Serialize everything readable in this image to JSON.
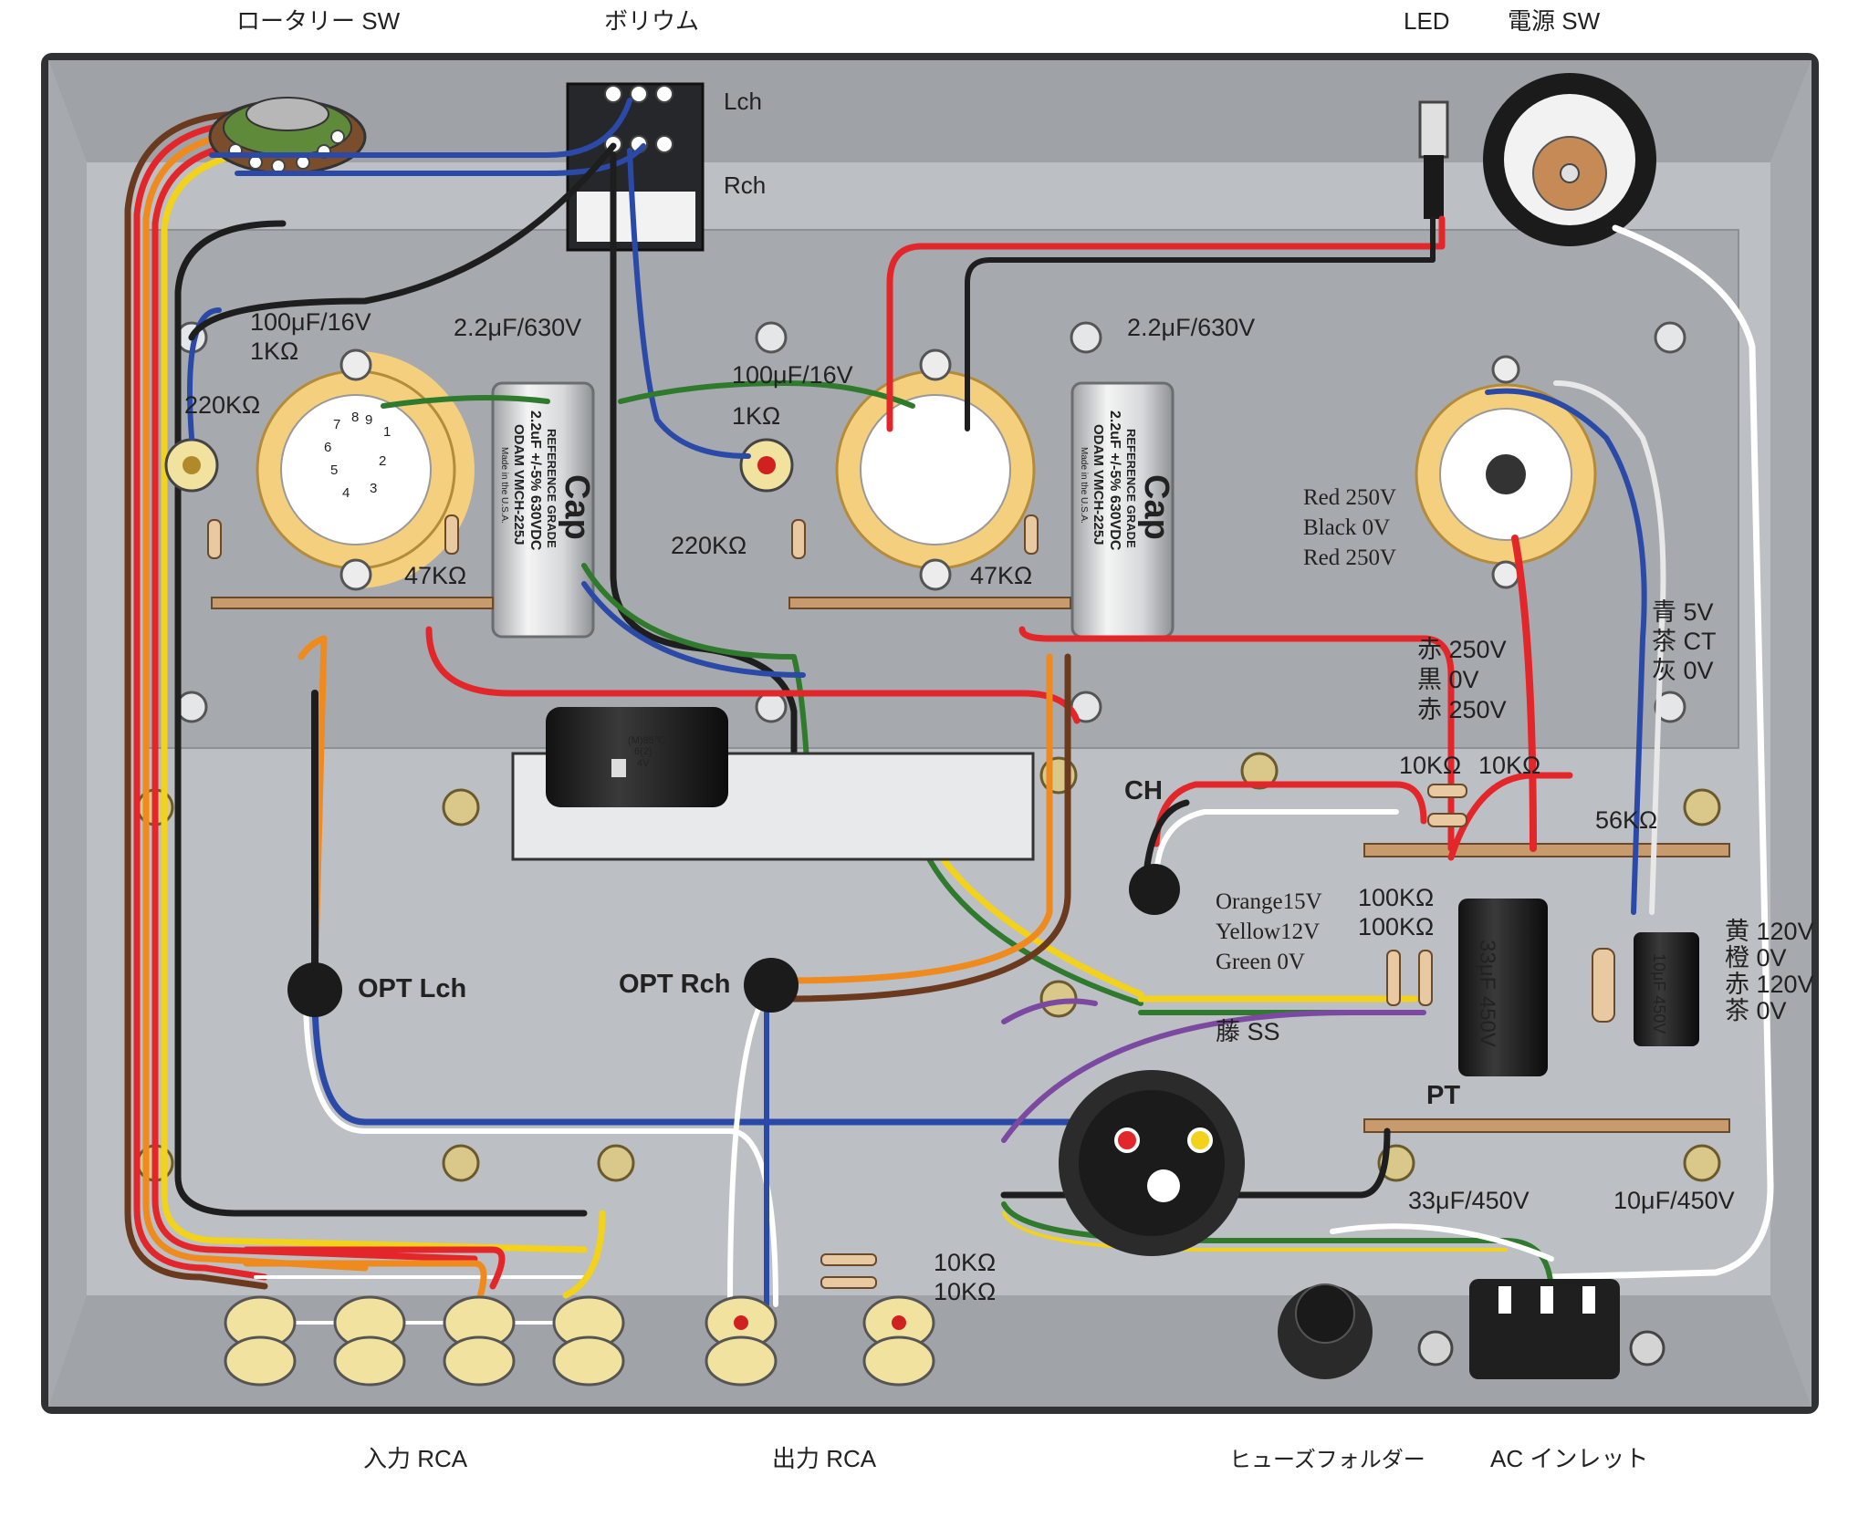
{
  "top_labels": {
    "rotary_sw": "ロータリー SW",
    "volume": "ボリウム",
    "led": "LED",
    "power_sw": "電源 SW"
  },
  "bottom_labels": {
    "input_rca": "入力 RCA",
    "output_rca": "出力 RCA",
    "fuse_holder": "ヒューズフォルダー",
    "ac_inlet": "AC インレット"
  },
  "volume_channels": {
    "lch": "Lch",
    "rch": "Rch"
  },
  "component_labels": {
    "cap_l": "100μF/16V",
    "res_l": "1KΩ",
    "coupling_l": "2.2μF/630V",
    "grid_l": "220KΩ",
    "plate_l": "47KΩ",
    "cap_r": "100μF/16V",
    "res_r": "1KΩ",
    "coupling_r": "2.2μF/630V",
    "grid_r": "220KΩ",
    "plate_r": "47KΩ",
    "r10k_a": "10KΩ",
    "r10k_b": "10KΩ",
    "r56k": "56KΩ",
    "r100k_a": "100KΩ",
    "r100k_b": "100KΩ",
    "c33": "33μF/450V",
    "c10": "10μF/450V",
    "out_r_a": "10KΩ",
    "out_r_b": "10KΩ",
    "ch": "CH",
    "pt": "PT",
    "opt_l": "OPT Lch",
    "opt_r": "OPT Rch"
  },
  "cap_prints": {
    "brand": "Cap",
    "grade": "REFERENCE GRADE",
    "spec": "2.2uF +/-5% 630VDC",
    "model": "ODAM VMCH-225J",
    "origin": "Made in the U.S.A."
  },
  "elec_cap_prints": {
    "big": "33μF 450V",
    "small": "10μF 450V",
    "block_temp": "(M)85℃",
    "block_val": "6(2)",
    "block_v": "4V"
  },
  "rectifier_wires": [
    {
      "name": "Red",
      "voltage": "250V"
    },
    {
      "name": "Black",
      "voltage": "0V"
    },
    {
      "name": "Red",
      "voltage": "250V"
    }
  ],
  "pt_secondary": [
    {
      "name": "赤",
      "voltage": "250V"
    },
    {
      "name": "黒",
      "voltage": "0V"
    },
    {
      "name": "赤",
      "voltage": "250V"
    }
  ],
  "heater_wires": [
    {
      "name": "青",
      "voltage": "5V"
    },
    {
      "name": "茶",
      "voltage": "CT"
    },
    {
      "name": "灰",
      "voltage": "0V"
    }
  ],
  "heater_6v": [
    {
      "name": "Orange",
      "voltage": "15V"
    },
    {
      "name": "Yellow",
      "voltage": "12V"
    },
    {
      "name": "Green",
      "voltage": "0V"
    }
  ],
  "pt_primary_label": "藤 SS",
  "primary_wires": [
    {
      "name": "黄",
      "voltage": "120V"
    },
    {
      "name": "橙",
      "voltage": "0V"
    },
    {
      "name": "赤",
      "voltage": "120V"
    },
    {
      "name": "茶",
      "voltage": "0V"
    }
  ],
  "pin_numbers": [
    "1",
    "2",
    "3",
    "4",
    "5",
    "6",
    "7",
    "8",
    "9"
  ],
  "colors": {
    "chassis": "#b9bcc0",
    "plate": "#a9adb1",
    "wire_red": "#e3262a",
    "wire_black": "#1e1e1e",
    "wire_blue": "#2b4aa8",
    "wire_orange": "#ef8a1f",
    "wire_yellow": "#f2d21b",
    "wire_green": "#2f7a2c",
    "wire_brown": "#6b3a1e",
    "wire_white": "#ffffff",
    "wire_purple": "#7b4aa0",
    "socket": "#f3cf7e"
  }
}
